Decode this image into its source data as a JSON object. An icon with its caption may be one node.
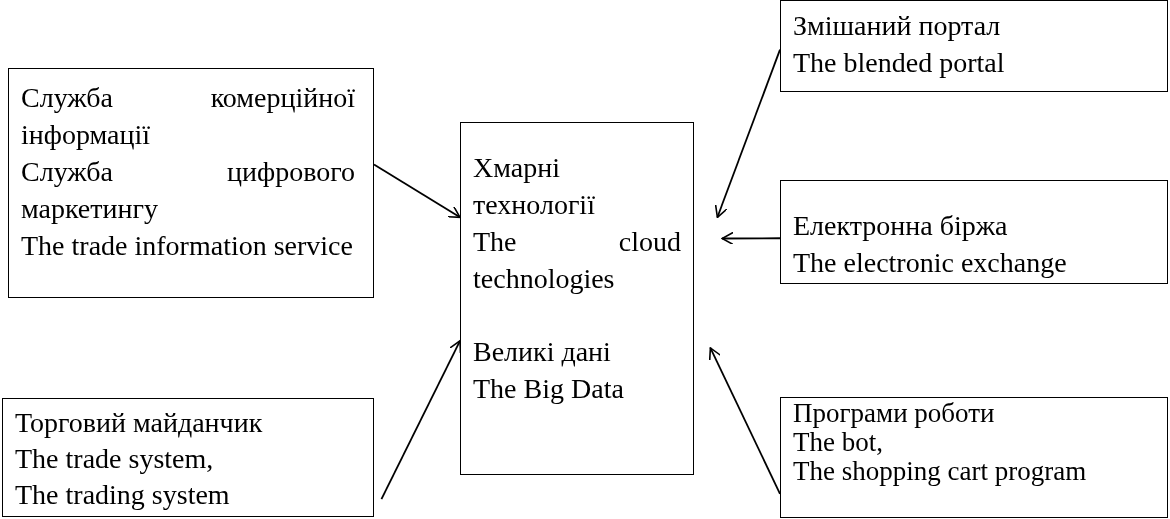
{
  "diagram": {
    "nodes": [
      {
        "text": [
          "Служба комерційної інформації",
          "Служба цифрового маркетингу",
          "The trade information service"
        ]
      },
      {
        "text": [
          "Хмарні технології",
          "The cloud technologies",
          "Великі дані",
          "The Big Data"
        ]
      },
      {
        "text": [
          "Змішаний портал",
          "The blended portal"
        ]
      },
      {
        "text": [
          "Електронна біржа",
          "The electronic exchange"
        ]
      },
      {
        "text": [
          "Торговий майданчик",
          "The trade system,",
          "The trading system"
        ]
      },
      {
        "text": [
          "Програми роботи",
          "The bot,",
          "The shopping cart program"
        ]
      }
    ],
    "edges": [
      {
        "from": 0,
        "to": 1,
        "arrow": "to"
      },
      {
        "from": 4,
        "to": 1,
        "arrow": "to"
      },
      {
        "from": 2,
        "to": 1,
        "arrow": "to"
      },
      {
        "from": 3,
        "to": 1,
        "arrow": "to"
      },
      {
        "from": 5,
        "to": 1,
        "arrow": "to"
      }
    ]
  }
}
